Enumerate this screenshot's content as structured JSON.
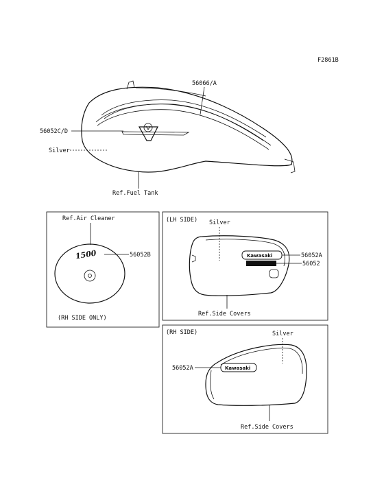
{
  "figure_code": "F2861B",
  "tank": {
    "label_stripe": "56066/A",
    "label_emblem": "56052C/D",
    "label_color": "Silver",
    "label_ref": "Ref.Fuel Tank"
  },
  "air_cleaner": {
    "ref": "Ref.Air Cleaner",
    "decal_text": "1500",
    "part": "56052B",
    "note": "(RH SIDE ONLY)"
  },
  "lh_side": {
    "title": "(LH SIDE)",
    "color": "Silver",
    "part_a": "56052A",
    "part_b": "56052",
    "badge_text": "Kawasaki",
    "ref": "Ref.Side Covers"
  },
  "rh_side": {
    "title": "(RH SIDE)",
    "color": "Silver",
    "part_a": "56052A",
    "badge_text": "Kawasaki",
    "ref": "Ref.Side Covers"
  }
}
